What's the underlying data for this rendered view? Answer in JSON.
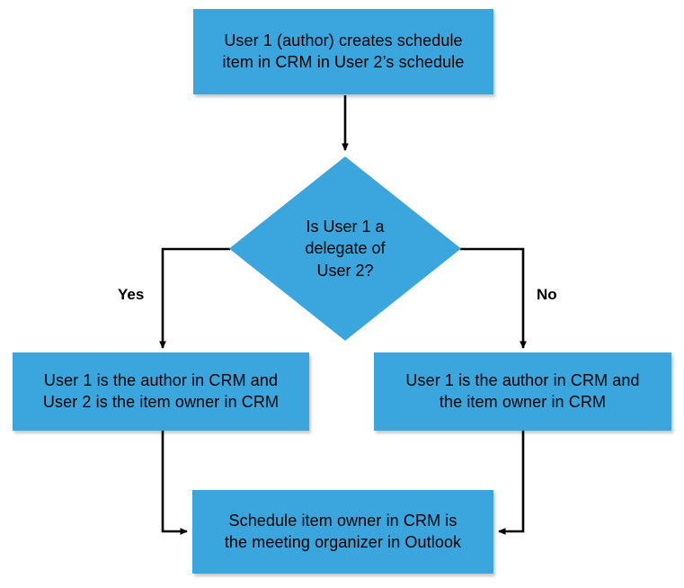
{
  "diagram": {
    "type": "flowchart",
    "background_color": "#ffffff",
    "node_fill_color": "#3ba6dd",
    "text_color": "#000000",
    "connector_color": "#000000",
    "nodes": {
      "start": {
        "shape": "rectangle",
        "text": "User 1 (author) creates schedule\nitem in CRM in User 2’s schedule"
      },
      "decision": {
        "shape": "diamond",
        "text": "Is User 1 a\ndelegate of\nUser 2?"
      },
      "yes_result": {
        "shape": "rectangle",
        "text": "User 1 is the author in CRM and\nUser 2 is the item owner in CRM"
      },
      "no_result": {
        "shape": "rectangle",
        "text": "User 1 is the author in CRM and\nthe item owner in CRM"
      },
      "end": {
        "shape": "rectangle",
        "text": "Schedule item owner in CRM is\nthe meeting organizer in Outlook"
      }
    },
    "edge_labels": {
      "yes": "Yes",
      "no": "No"
    }
  }
}
